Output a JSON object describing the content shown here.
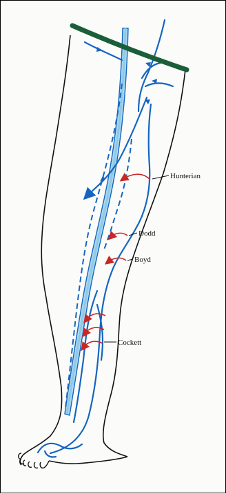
{
  "diagram": {
    "labels": {
      "hunterian": "Hunterian",
      "dodd": "Dodd",
      "boyd": "Boyd",
      "cockett": "Cockett"
    },
    "colors": {
      "leg_outline": "#111111",
      "deep_vein_fill": "#a9d8ef",
      "superficial_vein": "#1565c0",
      "perforator_arrow": "#c62828",
      "band": "#1b5e3a",
      "background": "#fbfbf9"
    }
  }
}
